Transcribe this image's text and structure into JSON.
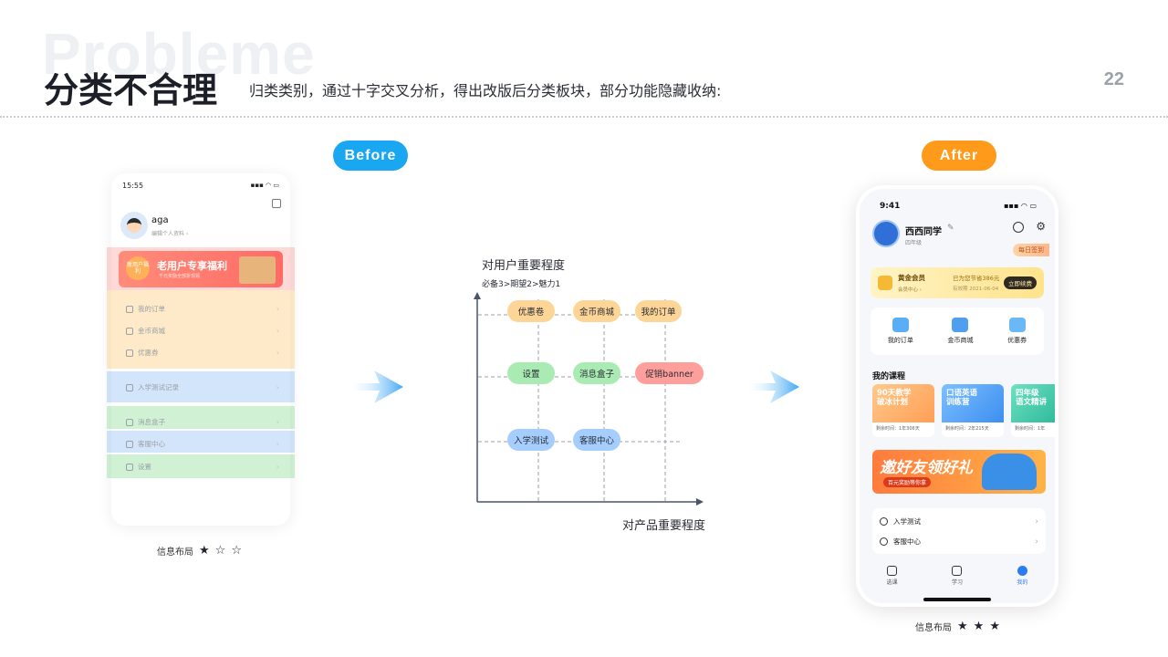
{
  "header": {
    "watermark": "Probleme",
    "title": "分类不合理",
    "subtitle": "归类类别，通过十字交叉分析，得出改版后分类板块，部分功能隐藏收纳:",
    "page_number": "22"
  },
  "labels": {
    "before": "Before",
    "after": "After"
  },
  "before_phone": {
    "time": "15:55",
    "status_icons": "▪▪▪ ◠ ▭",
    "user_name": "aga",
    "edit_profile": "编辑个人资料 ›",
    "banner": {
      "badge": "新用户福利",
      "title": "老用户专享福利",
      "subtitle": "千元奖励全部折现领"
    },
    "rows": [
      {
        "label": "我的订单",
        "icon": "order-icon"
      },
      {
        "label": "金币商城",
        "icon": "shop-icon"
      },
      {
        "label": "优惠券",
        "icon": "coupon-icon"
      },
      {
        "label": "入学测试记录",
        "icon": "test-icon"
      },
      {
        "label": "消息盒子",
        "icon": "bell-icon"
      },
      {
        "label": "客服中心",
        "icon": "service-icon"
      },
      {
        "label": "设置",
        "icon": "gear-icon"
      }
    ],
    "rating_label": "信息布局",
    "rating": {
      "filled": 1,
      "total": 3
    }
  },
  "matrix": {
    "y_label": "对用户重要程度",
    "legend": "必备3>期望2>魅力1",
    "x_label": "对产品重要程度",
    "tags": {
      "coupon": "优惠卷",
      "coin_shop": "金币商城",
      "my_order": "我的订单",
      "settings": "设置",
      "message_box": "消息盒子",
      "promo_banner": "促销banner",
      "entrance_test": "入学测试",
      "service_center": "客服中心"
    },
    "colors": {
      "essential": "#fdd596",
      "expected": "#a9ebb3",
      "promo": "#ff9f9c",
      "charm": "#a5ceff",
      "axis": "#4a5568"
    }
  },
  "after_phone": {
    "time": "9:41",
    "status_icons": "▪▪▪ ◠ ▭",
    "user_name": "西西同学",
    "grade": "四年级",
    "sign_in": "每日签到",
    "vip": {
      "title": "黄金会员",
      "sub": "会员中心 ›",
      "saving": "已为您节省386元",
      "expiry": "有效期 2021-06-04",
      "renew": "立即续费"
    },
    "quick_actions": [
      {
        "label": "我的订单",
        "icon": "order-icon"
      },
      {
        "label": "金币商城",
        "icon": "shop-icon"
      },
      {
        "label": "优惠券",
        "icon": "coupon-icon"
      }
    ],
    "section_title": "我的课程",
    "courses": [
      {
        "title": "90天教学\n破冰计划",
        "remaining": "剩余时间：1年306天",
        "color": "#ffb46a"
      },
      {
        "title": "口语英语\n训练营",
        "remaining": "剩余时间：2年215天",
        "color": "#5aa6f2"
      },
      {
        "title": "四年级\n语文精讲",
        "remaining": "剩余时间：1年",
        "color": "#35c7a8"
      }
    ],
    "invite": {
      "title": "邀好友领好礼",
      "sub": "百元奖励等你拿"
    },
    "list": [
      {
        "label": "入学测试",
        "icon": "flask-icon"
      },
      {
        "label": "客服中心",
        "icon": "headset-icon"
      }
    ],
    "tabs": [
      {
        "label": "选课",
        "icon": "bag-icon",
        "active": false
      },
      {
        "label": "学习",
        "icon": "book-icon",
        "active": false
      },
      {
        "label": "我的",
        "icon": "smile-icon",
        "active": true
      }
    ],
    "rating_label": "信息布局",
    "rating": {
      "filled": 3,
      "total": 3
    }
  }
}
